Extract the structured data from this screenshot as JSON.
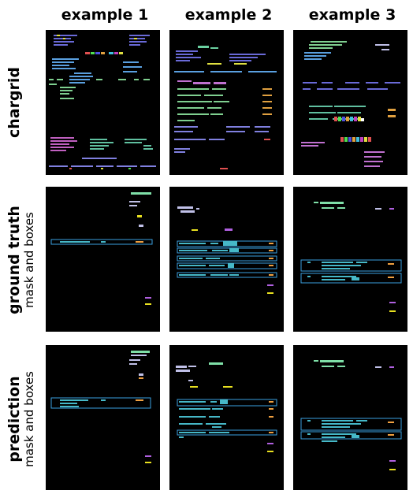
{
  "columns": [
    "example 1",
    "example 2",
    "example 3"
  ],
  "rows": [
    {
      "title": "chargrid",
      "subtitle": ""
    },
    {
      "title": "ground truth",
      "subtitle": "mask and boxes"
    },
    {
      "title": "prediction",
      "subtitle": "mask and boxes"
    }
  ],
  "colors": {
    "background": "#000000",
    "box_outline": "#3aa0e0",
    "line_item_mask": "#46b8c8",
    "header_mask": "#7fe0a8",
    "date_mask": "#c0c0e8",
    "amount_mask": "#f0a040",
    "total_mask": "#e8e020",
    "tax_mask": "#b060e0"
  }
}
